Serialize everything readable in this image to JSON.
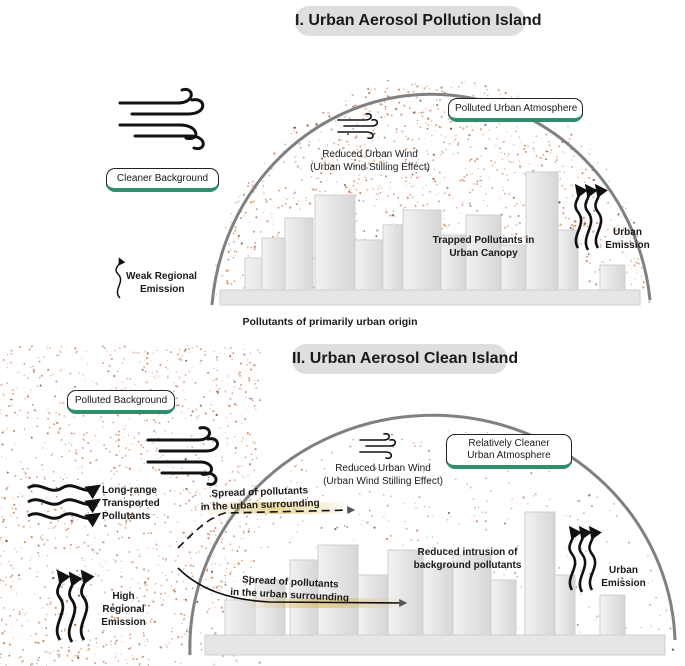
{
  "panel1": {
    "title": "I. Urban Aerosol Pollution Island",
    "polluted_urban_atmosphere": "Polluted Urban Atmosphere",
    "cleaner_background": "Cleaner Background",
    "reduced_wind_line1": "Reduced Urban Wind",
    "reduced_wind_line2": "(Urban Wind Stilling Effect)",
    "trapped_line1": "Trapped Pollutants in",
    "trapped_line2": "Urban Canopy",
    "urban_emission_line1": "Urban",
    "urban_emission_line2": "Emission",
    "weak_regional_line1": "Weak Regional",
    "weak_regional_line2": "Emission",
    "origin": "Pollutants of primarily urban origin"
  },
  "panel2": {
    "title": "II. Urban Aerosol Clean Island",
    "polluted_background": "Polluted Background",
    "cleaner_atmosphere_line1": "Relatively Cleaner",
    "cleaner_atmosphere_line2": "Urban Atmosphere",
    "reduced_wind_line1": "Reduced Urban Wind",
    "reduced_wind_line2": "(Urban Wind Stilling Effect)",
    "long_range_line1": "Long-range",
    "long_range_line2": "Transported",
    "long_range_line3": "Pollutants",
    "spread_line1": "Spread of pollutants",
    "spread_line2": "in the urban surrounding",
    "reduced_intrusion_line1": "Reduced intrusion of",
    "reduced_intrusion_line2": "background pollutants",
    "urban_emission_line1": "Urban",
    "urban_emission_line2": "Emission",
    "high_regional_line1": "High",
    "high_regional_line2": "Regional",
    "high_regional_line3": "Emission"
  },
  "colors": {
    "accent_green": "#2f8f6a",
    "dome": "#7a7a7a",
    "title_bg": "#dedede",
    "particle": "#c7774a",
    "building": "#e4e4e4"
  },
  "icons": [
    "wind-icon",
    "emission-arrows-icon",
    "flow-arrow-icon"
  ]
}
